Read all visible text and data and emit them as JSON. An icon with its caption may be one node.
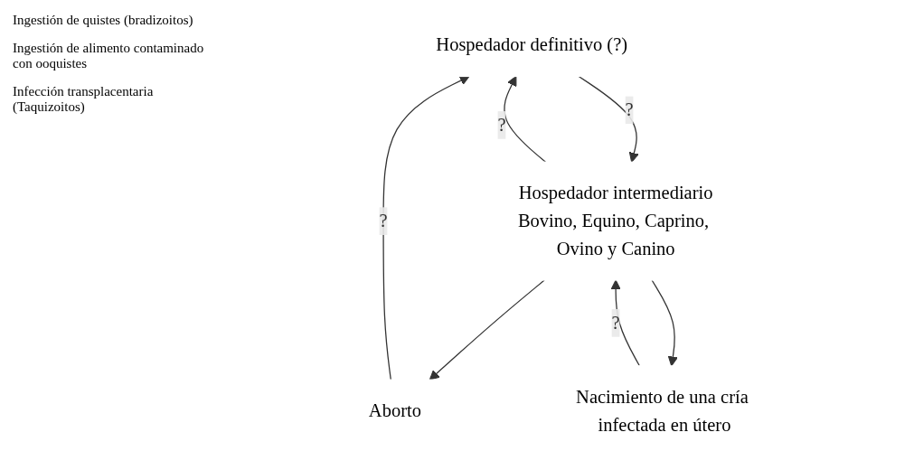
{
  "diagram": {
    "nodes": [
      {
        "text": [
          "Hospedador definitivo (?)"
        ]
      },
      {
        "text": [
          "Hospedador intermediario",
          "Bovino, Equino, Caprino, Ovino y Canino"
        ]
      },
      {
        "text": [
          "Aborto"
        ]
      },
      {
        "text": [
          "Nacimiento de una cría infectada en útero"
        ]
      }
    ],
    "edges": [
      {
        "from": 1,
        "to": 0,
        "arrow": "to",
        "label": "?"
      },
      {
        "from": 0,
        "to": 1,
        "arrow": "to",
        "label": "?"
      },
      {
        "from": 1,
        "to": 2,
        "arrow": "to"
      },
      {
        "from": 1,
        "to": 3,
        "arrow": "to"
      },
      {
        "from": 3,
        "to": 1,
        "arrow": "to",
        "label": "?"
      },
      {
        "from": 2,
        "to": 0,
        "arrow": "to",
        "label": "?"
      }
    ],
    "labels": [
      "Ingestión de quistes (bradizoitos)",
      "Ingestión de alimento contaminado con ooquistes",
      "Infección transplacentaria (Taquizoitos)"
    ]
  }
}
